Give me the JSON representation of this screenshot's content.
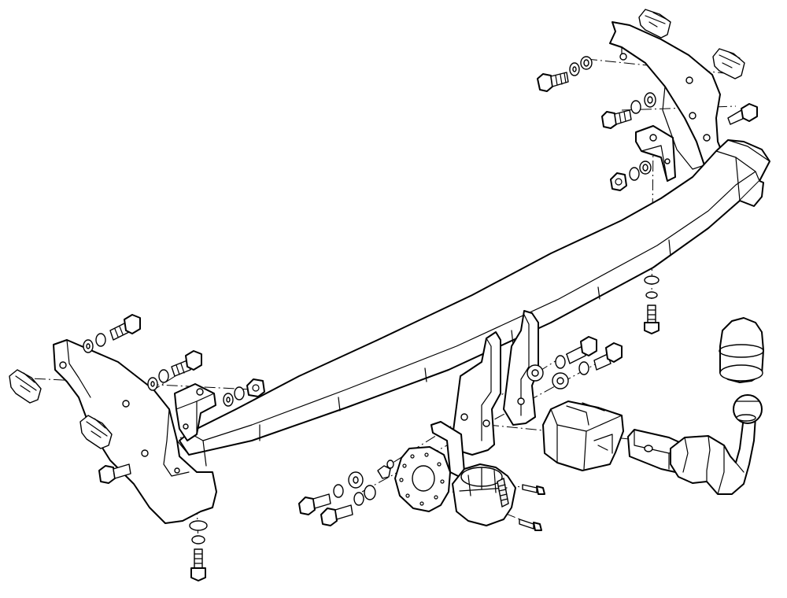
{
  "drawing": {
    "line_color": "#000000",
    "background_color": "#ffffff",
    "parts": [
      "crossbar",
      "left-side-bracket",
      "right-side-bracket",
      "tow-ball-neck",
      "ball-cover-cap",
      "socket-plate",
      "electrical-socket",
      "ball-mount-receiver",
      "clamp-nut-plates",
      "bolts",
      "washers",
      "nuts"
    ]
  }
}
